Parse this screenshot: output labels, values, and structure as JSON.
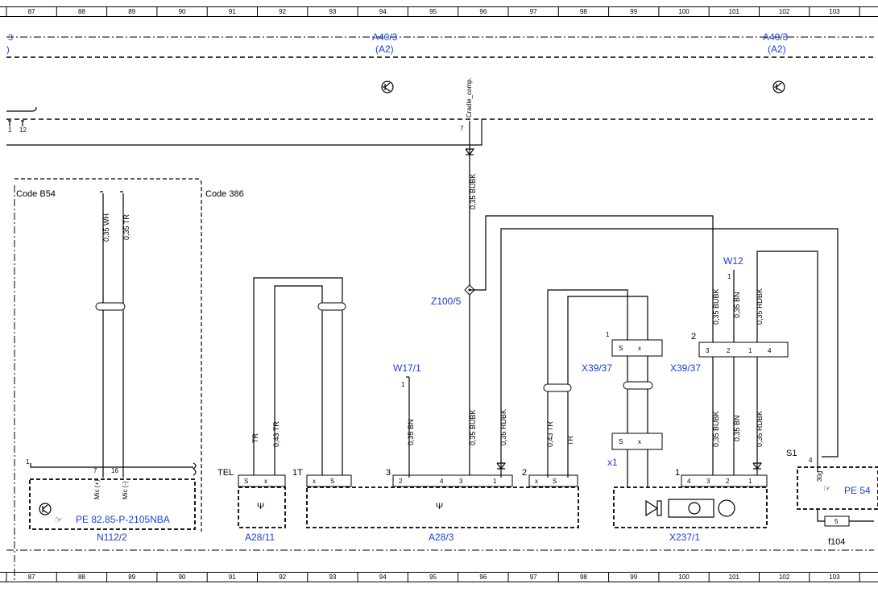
{
  "grid_columns": [
    "87",
    "88",
    "89",
    "90",
    "91",
    "92",
    "93",
    "94",
    "95",
    "96",
    "97",
    "98",
    "99",
    "100",
    "101",
    "102",
    "103"
  ],
  "top_labels": {
    "left_partial": "3",
    "left_partial2": ")",
    "a40_left": "A40/3",
    "a2_left": "(A2)",
    "a40_right": "A40/3",
    "a2_right": "(A2)"
  },
  "bus": {
    "pin1": "1",
    "pin12": "12",
    "pin7": "7",
    "cradle": "Cradle_comp."
  },
  "codes": {
    "b54": "Code B54",
    "c386": "Code 386"
  },
  "wires": {
    "wh": "0,35 WH",
    "tr": "0,35 TR",
    "bubk": "0,35 BUBK",
    "bubk2": "0,35 BUBK",
    "bubk3": "0,35 BUBK",
    "rdbk": "0,35 RDBK",
    "rdbk2": "0,35 RDBK",
    "rdbk3": "0,35 RDBK",
    "bn": "0,35 BN",
    "bn2": "0,35 BN",
    "bn3": "0,35 BN",
    "tr43a": "0,43 TR",
    "tr43b": "0,43 TR",
    "tra": "TR",
    "trb": "TR"
  },
  "connectors": {
    "z100": "Z100/5",
    "w17": "W17/1",
    "w17pin": "1",
    "w12": "W12",
    "w12pin": "1",
    "x39a": "X39/37",
    "x39b": "X39/37",
    "x39a_pin": "1",
    "x39b_pin": "2",
    "x1": "x1",
    "s1": "S1",
    "tel": "TEL",
    "t1": "1T",
    "a283_pin": "3",
    "a283_pin2": "2",
    "x237_pin": "1",
    "n112_pin": "1"
  },
  "pins": {
    "n112": [
      "7",
      "16"
    ],
    "mic_plus": "Mic (+)",
    "mic_minus": "Mic (-)",
    "tel": [
      "S",
      "x"
    ],
    "t1": [
      "x",
      "S"
    ],
    "a283": [
      "2",
      "4",
      "3",
      "1"
    ],
    "a283b": [
      "x",
      "S"
    ],
    "x39a": [
      "S",
      "x"
    ],
    "x39b": [
      "3",
      "2",
      "1",
      "4"
    ],
    "x1": [
      "S",
      "x"
    ],
    "x237": [
      "4",
      "3",
      "2",
      "1"
    ],
    "s1": "4",
    "s1b": "30g"
  },
  "components": {
    "n112_ref": "PE 82.85-P-2105NBA",
    "n112": "N112/2",
    "a2811": "A28/11",
    "a283": "A28/3",
    "x2371": "X237/1",
    "pe54": "PE 54",
    "f104": "f104",
    "fuse": "5"
  },
  "colors": {
    "link": "#1b3fd6",
    "line": "#000000"
  }
}
